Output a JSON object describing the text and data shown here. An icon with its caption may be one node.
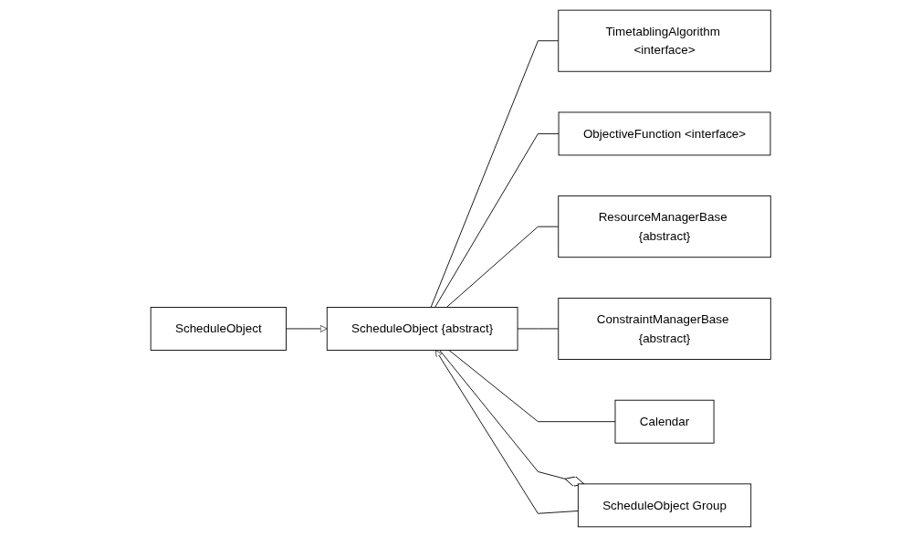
{
  "diagram": {
    "nodes": [
      {
        "text": [
          "ScheduleObject {abstract}"
        ]
      },
      {
        "text": [
          "TimetablingAlgorithm <interface>"
        ]
      },
      {
        "text": [
          "ObjectiveFunction <interface>"
        ]
      },
      {
        "text": [
          "ResourceManagerBase {abstract}"
        ]
      },
      {
        "text": [
          "ConstraintManagerBase {abstract}"
        ]
      },
      {
        "text": [
          "Calendar"
        ]
      },
      {
        "text": [
          "ScheduleObject Group"
        ]
      },
      {
        "text": [
          "ScheduleObject"
        ]
      }
    ],
    "edges": [
      {
        "from": 0,
        "to": 1,
        "arrow": "none"
      },
      {
        "from": 0,
        "to": 2,
        "arrow": "none"
      },
      {
        "from": 0,
        "to": 3,
        "arrow": "none"
      },
      {
        "from": 0,
        "to": 4,
        "arrow": "none"
      },
      {
        "from": 0,
        "to": 5,
        "arrow": "none"
      },
      {
        "from": 6,
        "to": 0,
        "arrow": "to"
      },
      {
        "from": 7,
        "to": 0,
        "arrow": "to"
      },
      {
        "from": 0,
        "to": 6,
        "arrow": "other"
      }
    ]
  }
}
